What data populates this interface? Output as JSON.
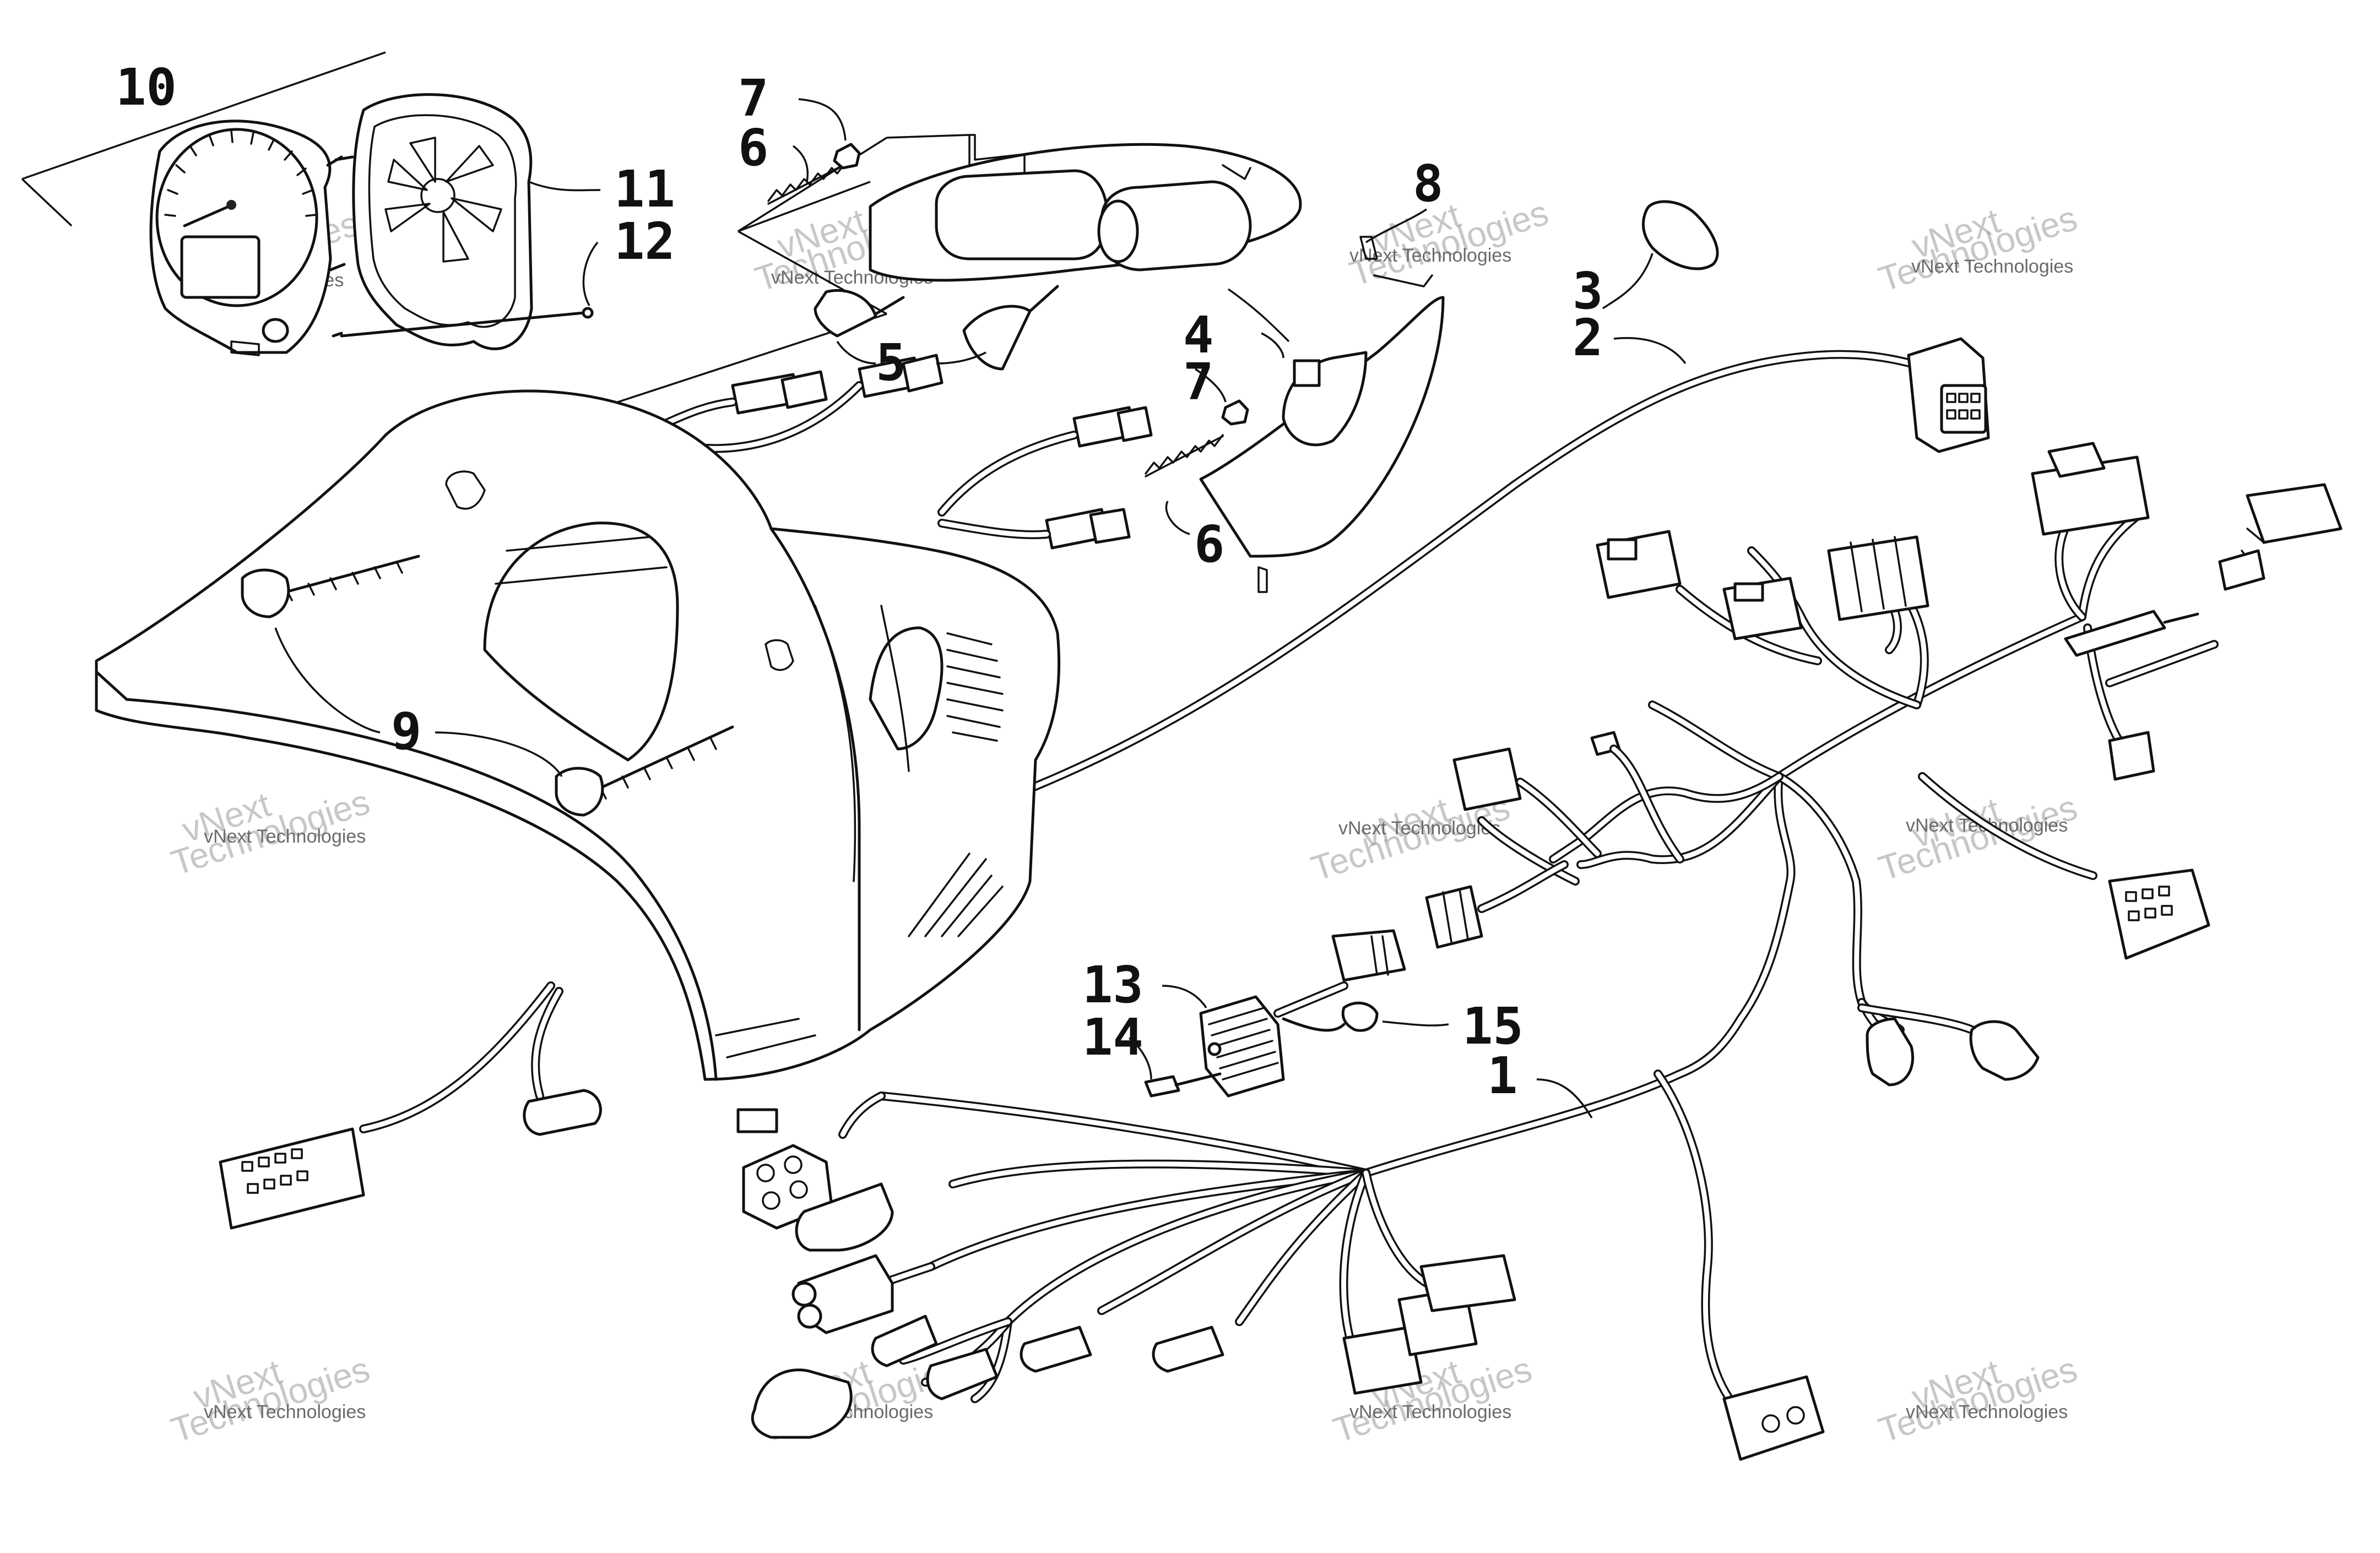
{
  "callouts": {
    "c1": "1",
    "c2": "2",
    "c3": "3",
    "c4": "4",
    "c5": "5",
    "c6a": "6",
    "c6b": "6",
    "c7a": "7",
    "c7b": "7",
    "c8": "8",
    "c9": "9",
    "c10": "10",
    "c11": "11",
    "c12": "12",
    "c13": "13",
    "c14": "14",
    "c15": "15"
  },
  "watermark": {
    "small": "vNext Technologies",
    "big_line1": "vNext",
    "big_line2": "Technologies"
  },
  "colors": {
    "line": "#111111",
    "background": "#ffffff",
    "watermark": "#6a6a6a"
  }
}
